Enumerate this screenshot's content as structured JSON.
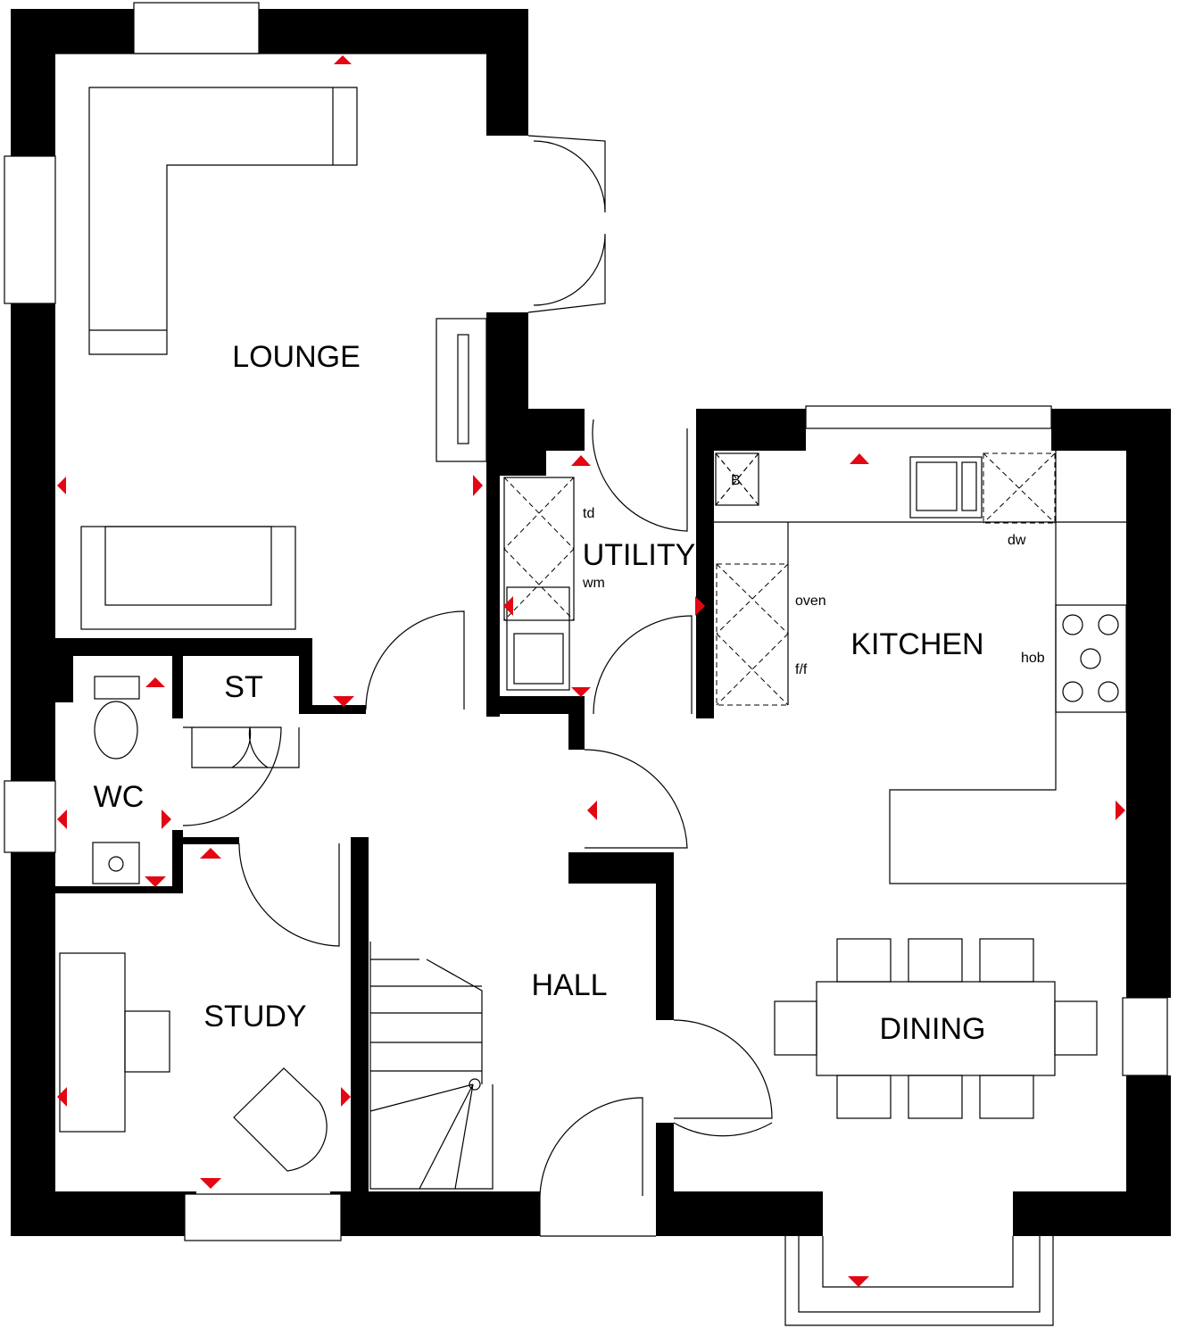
{
  "rooms": {
    "lounge": "LOUNGE",
    "utility": "UTILITY",
    "kitchen": "KITCHEN",
    "st": "ST",
    "wc": "WC",
    "study": "STUDY",
    "hall": "HALL",
    "dining": "DINING"
  },
  "appliances": {
    "td": "td",
    "wm": "wm",
    "oven": "oven",
    "ff": "f/f",
    "hob": "hob",
    "dw": "dw",
    "boiler": "B"
  },
  "colors": {
    "walls": "#000000",
    "markers": "#e30613"
  }
}
